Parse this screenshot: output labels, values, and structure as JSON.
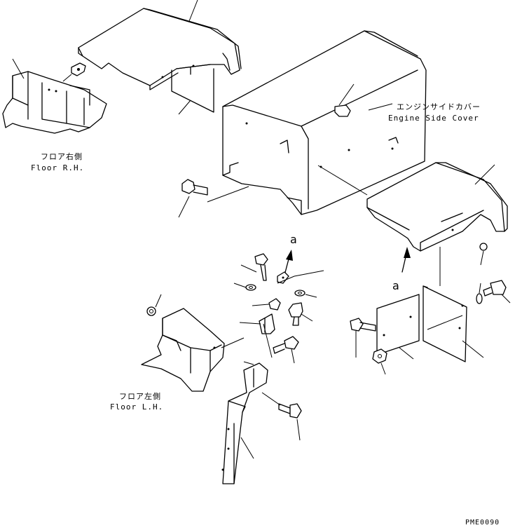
{
  "labels": {
    "floor_rh_jp": "フロア右側",
    "floor_rh_en": "Floor R.H.",
    "floor_lh_jp": "フロア左側",
    "floor_lh_en": "Floor L.H.",
    "engine_cover_jp": "エンジンサイドカバー",
    "engine_cover_en": "Engine Side Cover",
    "view_a_top": "a",
    "view_a_right": "a",
    "drawing_code": "PME0090"
  }
}
